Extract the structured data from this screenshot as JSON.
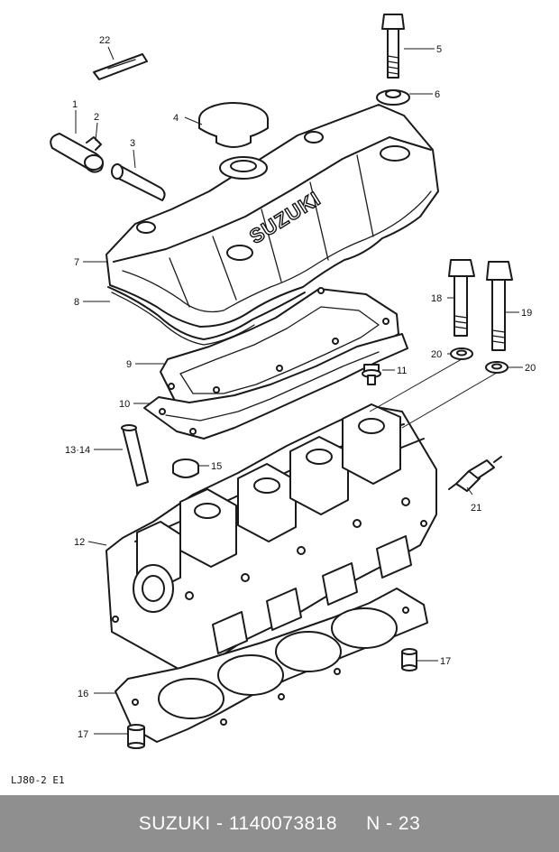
{
  "parts": {
    "p1": "1",
    "p2": "2",
    "p3": "3",
    "p4": "4",
    "p5": "5",
    "p6": "6",
    "p7": "7",
    "p8": "8",
    "p9": "9",
    "p10": "10",
    "p11": "11",
    "p12": "12",
    "p13_14": "13·14",
    "p15": "15",
    "p16": "16",
    "p17a": "17",
    "p17b": "17",
    "p18": "18",
    "p19": "19",
    "p20a": "20",
    "p20b": "20",
    "p21": "21",
    "p22": "22"
  },
  "cover_logo": "SUZUKI",
  "diagram_code": "LJ80-2  E1",
  "footer": {
    "brand": "SUZUKI",
    "separator": " - ",
    "part_number": "1140073818",
    "page": "N - 23"
  }
}
